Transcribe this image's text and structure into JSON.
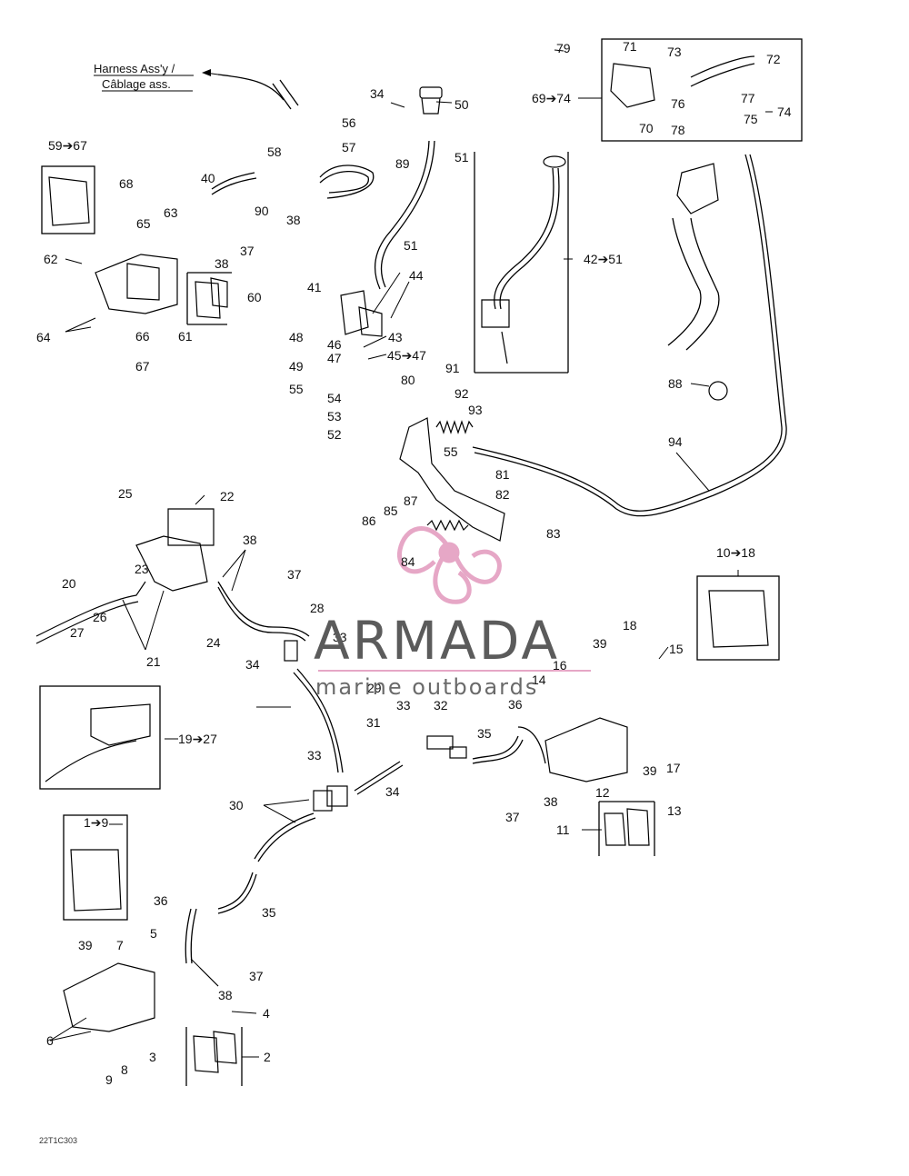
{
  "harness": {
    "line1": "Harness Ass'y /",
    "line2": "Câblage ass."
  },
  "labels": {
    "l1_9": "1➔9",
    "l2": "2",
    "l3": "3",
    "l4": "4",
    "l5": "5",
    "l6": "6",
    "l7": "7",
    "l8": "8",
    "l9": "9",
    "l10_18": "10➔18",
    "l11": "11",
    "l12": "12",
    "l13": "13",
    "l14": "14",
    "l15": "15",
    "l16": "16",
    "l17": "17",
    "l18": "18",
    "l19_27": "19➔27",
    "l20": "20",
    "l21": "21",
    "l22": "22",
    "l23": "23",
    "l24": "24",
    "l25": "25",
    "l26": "26",
    "l27": "27",
    "l28": "28",
    "l29": "29",
    "l30": "30",
    "l31": "31",
    "l32": "32",
    "l33": "33",
    "l34": "34",
    "l35": "35",
    "l36": "36",
    "l37": "37",
    "l38": "38",
    "l39": "39",
    "l40": "40",
    "l41": "41",
    "l42_51": "42➔51",
    "l43": "43",
    "l44": "44",
    "l45_47": "45➔47",
    "l46": "46",
    "l47": "47",
    "l48": "48",
    "l49": "49",
    "l50": "50",
    "l51": "51",
    "l52": "52",
    "l53": "53",
    "l54": "54",
    "l55": "55",
    "l56": "56",
    "l57": "57",
    "l58": "58",
    "l59_67": "59➔67",
    "l60": "60",
    "l61": "61",
    "l62": "62",
    "l63": "63",
    "l64": "64",
    "l65": "65",
    "l66": "66",
    "l67": "67",
    "l68": "68",
    "l69_74": "69➔74",
    "l70": "70",
    "l71": "71",
    "l72": "72",
    "l73": "73",
    "l74": "74",
    "l75": "75",
    "l76": "76",
    "l77": "77",
    "l78": "78",
    "l79": "79",
    "l80": "80",
    "l81": "81",
    "l82": "82",
    "l83": "83",
    "l84": "84",
    "l85": "85",
    "l86": "86",
    "l87": "87",
    "l88": "88",
    "l89": "89",
    "l90": "90",
    "l91": "91",
    "l92": "92",
    "l93": "93",
    "l94": "94"
  },
  "watermark": {
    "title": "ARMADA",
    "subtitle": "marine outboards",
    "color": "#e6a7c6"
  },
  "code": "22T1C303"
}
